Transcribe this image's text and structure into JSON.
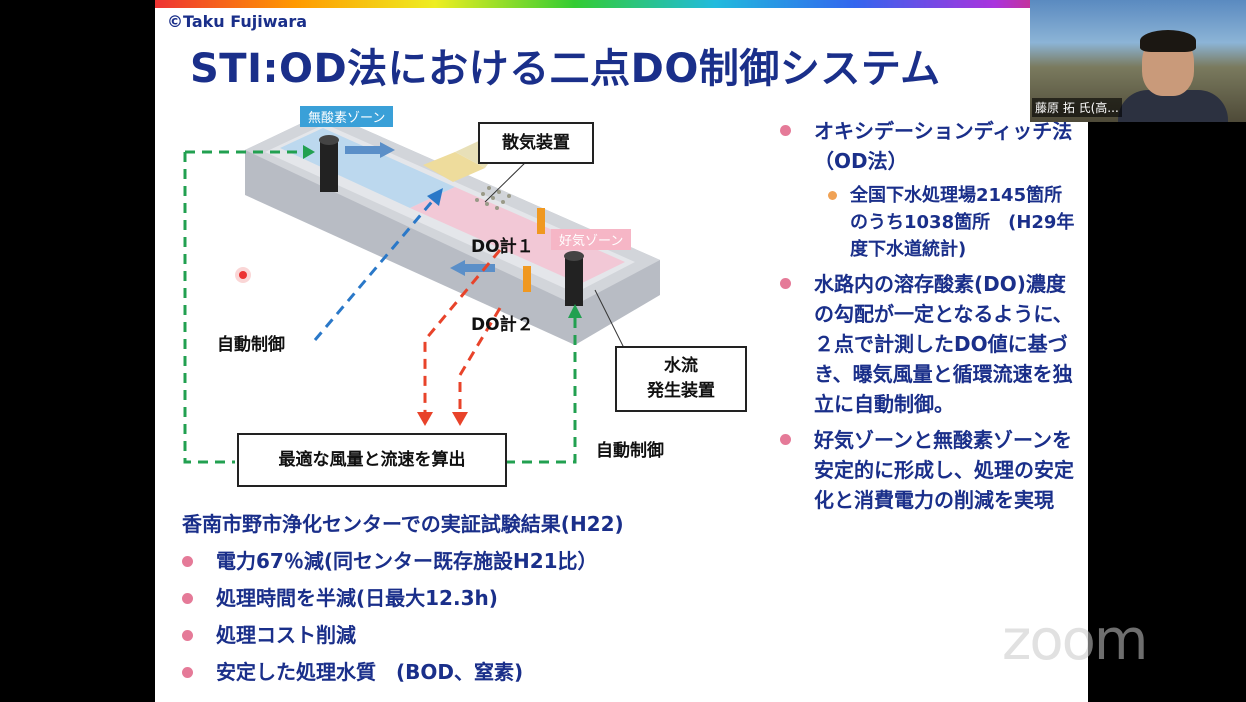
{
  "slide": {
    "copyright": "©Taku Fujiwara",
    "title": "STI:OD法における二点DO制御システム"
  },
  "video": {
    "participant_name": "藤原 拓 氏(高..."
  },
  "diagram": {
    "anoxic_zone": "無酸素ゾーン",
    "aerobic_zone": "好気ゾーン",
    "aerator": "散気装置",
    "do_meter_1": "DO計１",
    "do_meter_2": "DO計２",
    "flow_generator_line1": "水流",
    "flow_generator_line2": "発生装置",
    "auto_control_left": "自動制御",
    "auto_control_right": "自動制御",
    "calc_box": "最適な風量と流速を算出"
  },
  "results": {
    "title": "香南市野市浄化センターでの実証試験結果(H22)",
    "items": [
      "電力67％減(同センター既存施設H21比）",
      "処理時間を半減(日最大12.3h)",
      "処理コスト削減",
      "安定した処理水質　(BOD、窒素)"
    ]
  },
  "right": {
    "item1": "オキシデーションディッチ法（OD法）",
    "sub1": "全国下水処理場2145箇所のうち1038箇所　(H29年度下水道統計)",
    "item2": "水路内の溶存酸素(DO)濃度の勾配が一定となるように、２点で計測したDO値に基づき、曝気風量と循環流速を独立に自動制御。",
    "item3": "好気ゾーンと無酸素ゾーンを安定的に形成し、処理の安定化と消費電力の削減を実現"
  },
  "watermark": "zoom",
  "colors": {
    "title_blue": "#1a2f8a",
    "bullet_pink": "#e57a98",
    "sub_bullet_orange": "#f0a255",
    "dashed_green": "#22a050",
    "dashed_red": "#e8432a",
    "dashed_blue": "#2a78c8"
  }
}
